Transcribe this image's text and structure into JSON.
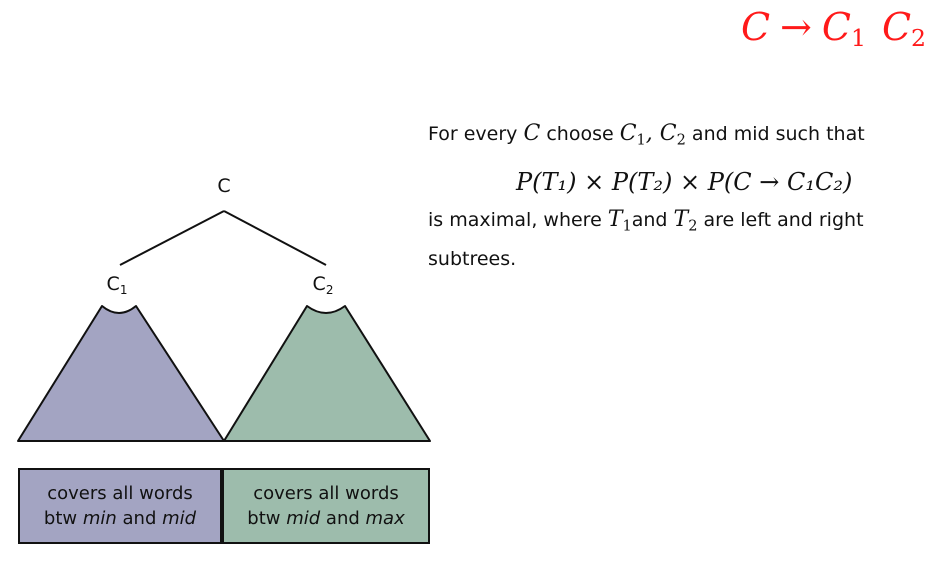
{
  "rule": {
    "lhs": "C",
    "arrow": "→",
    "rhs1": "C",
    "rhs1_sub": "1",
    "rhs2": "C",
    "rhs2_sub": "2"
  },
  "description": {
    "line1_prefix": "For every ",
    "line1_var_c": "C",
    "line1_choose": " choose ",
    "line1_c1": "C",
    "line1_c1_sub": "1",
    "line1_sep": ", ",
    "line1_c2": "C",
    "line1_c2_sub": "2",
    "line1_suffix": " and mid such that",
    "formula": "P(T₁) × P(T₂) × P(C → C₁C₂)",
    "line3_prefix": "is maximal, where ",
    "line3_t1": "T",
    "line3_t1_sub": "1",
    "line3_and": "and ",
    "line3_t2": "T",
    "line3_t2_sub": "2",
    "line3_suffix": " are left and right",
    "line4": "subtrees."
  },
  "tree": {
    "root_label": "C",
    "left_label": "C",
    "left_label_sub": "1",
    "right_label": "C",
    "right_label_sub": "2"
  },
  "boxes": {
    "left": {
      "line1": "covers all words",
      "btw": "btw ",
      "from": "min",
      "and": " and ",
      "to": "mid"
    },
    "right": {
      "line1": "covers all words",
      "btw": "btw ",
      "from": "mid",
      "and": " and ",
      "to": "max"
    }
  },
  "colors": {
    "rule": "#ff1a1a",
    "left_subtree": "#a3a4c2",
    "right_subtree": "#9dbcac",
    "lines": "#111111"
  }
}
